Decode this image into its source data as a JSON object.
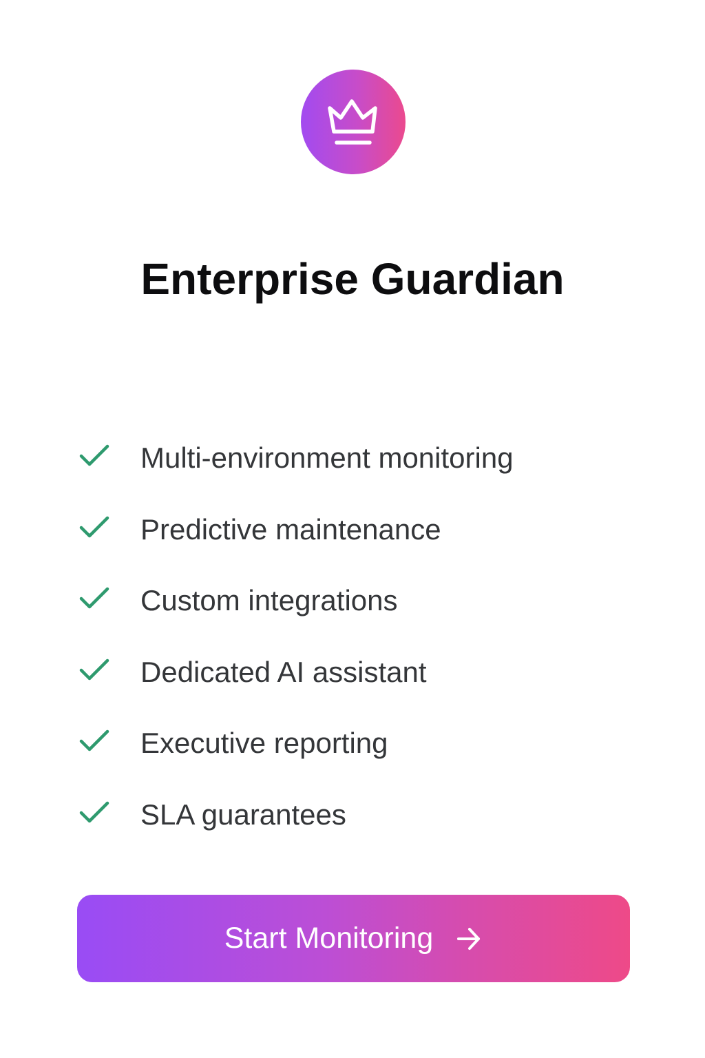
{
  "plan": {
    "icon": "crown-icon",
    "title": "Enterprise Guardian",
    "features": [
      {
        "icon": "check-icon",
        "label": "Multi-environment monitoring"
      },
      {
        "icon": "check-icon",
        "label": "Predictive maintenance"
      },
      {
        "icon": "check-icon",
        "label": "Custom integrations"
      },
      {
        "icon": "check-icon",
        "label": "Dedicated AI assistant"
      },
      {
        "icon": "check-icon",
        "label": "Executive reporting"
      },
      {
        "icon": "check-icon",
        "label": "SLA guarantees"
      }
    ],
    "cta": {
      "label": "Start Monitoring",
      "icon": "arrow-right-icon"
    }
  },
  "colors": {
    "gradient_start": "#994CF5",
    "gradient_end": "#EE4A88",
    "check": "#2E9A6E",
    "title": "#0D0D0F",
    "feature_text": "#343639",
    "background": "#FFFFFF"
  }
}
